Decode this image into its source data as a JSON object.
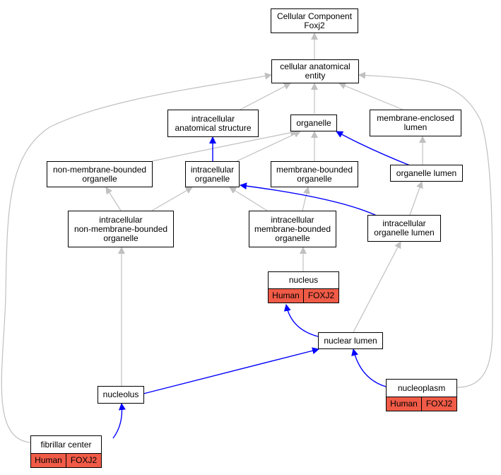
{
  "nodes": {
    "root": "Cellular Component\nFoxj2",
    "cae": "cellular anatomical\nentity",
    "ias": "intracellular\nanatomical structure",
    "organelle": "organelle",
    "mel": "membrane-enclosed\nlumen",
    "nmbo": "non-membrane-bounded\norganelle",
    "io": "intracellular\norganelle",
    "mbo": "membrane-bounded\norganelle",
    "ol": "organelle lumen",
    "inmbo": "intracellular\nnon-membrane-bounded\norganelle",
    "imbo": "intracellular\nmembrane-bounded\norganelle",
    "iol": "intracellular\norganelle lumen",
    "nucleus": "nucleus",
    "nlumen": "nuclear lumen",
    "nucleolus": "nucleolus",
    "nucleoplasm": "nucleoplasm",
    "fc": "fibrillar center"
  },
  "annotations": {
    "species": "Human",
    "gene": "FOXJ2"
  },
  "colors": {
    "gray_edge": "#c0c0c0",
    "blue_edge": "#0000ff",
    "annotation_fill": "#f05b47"
  }
}
